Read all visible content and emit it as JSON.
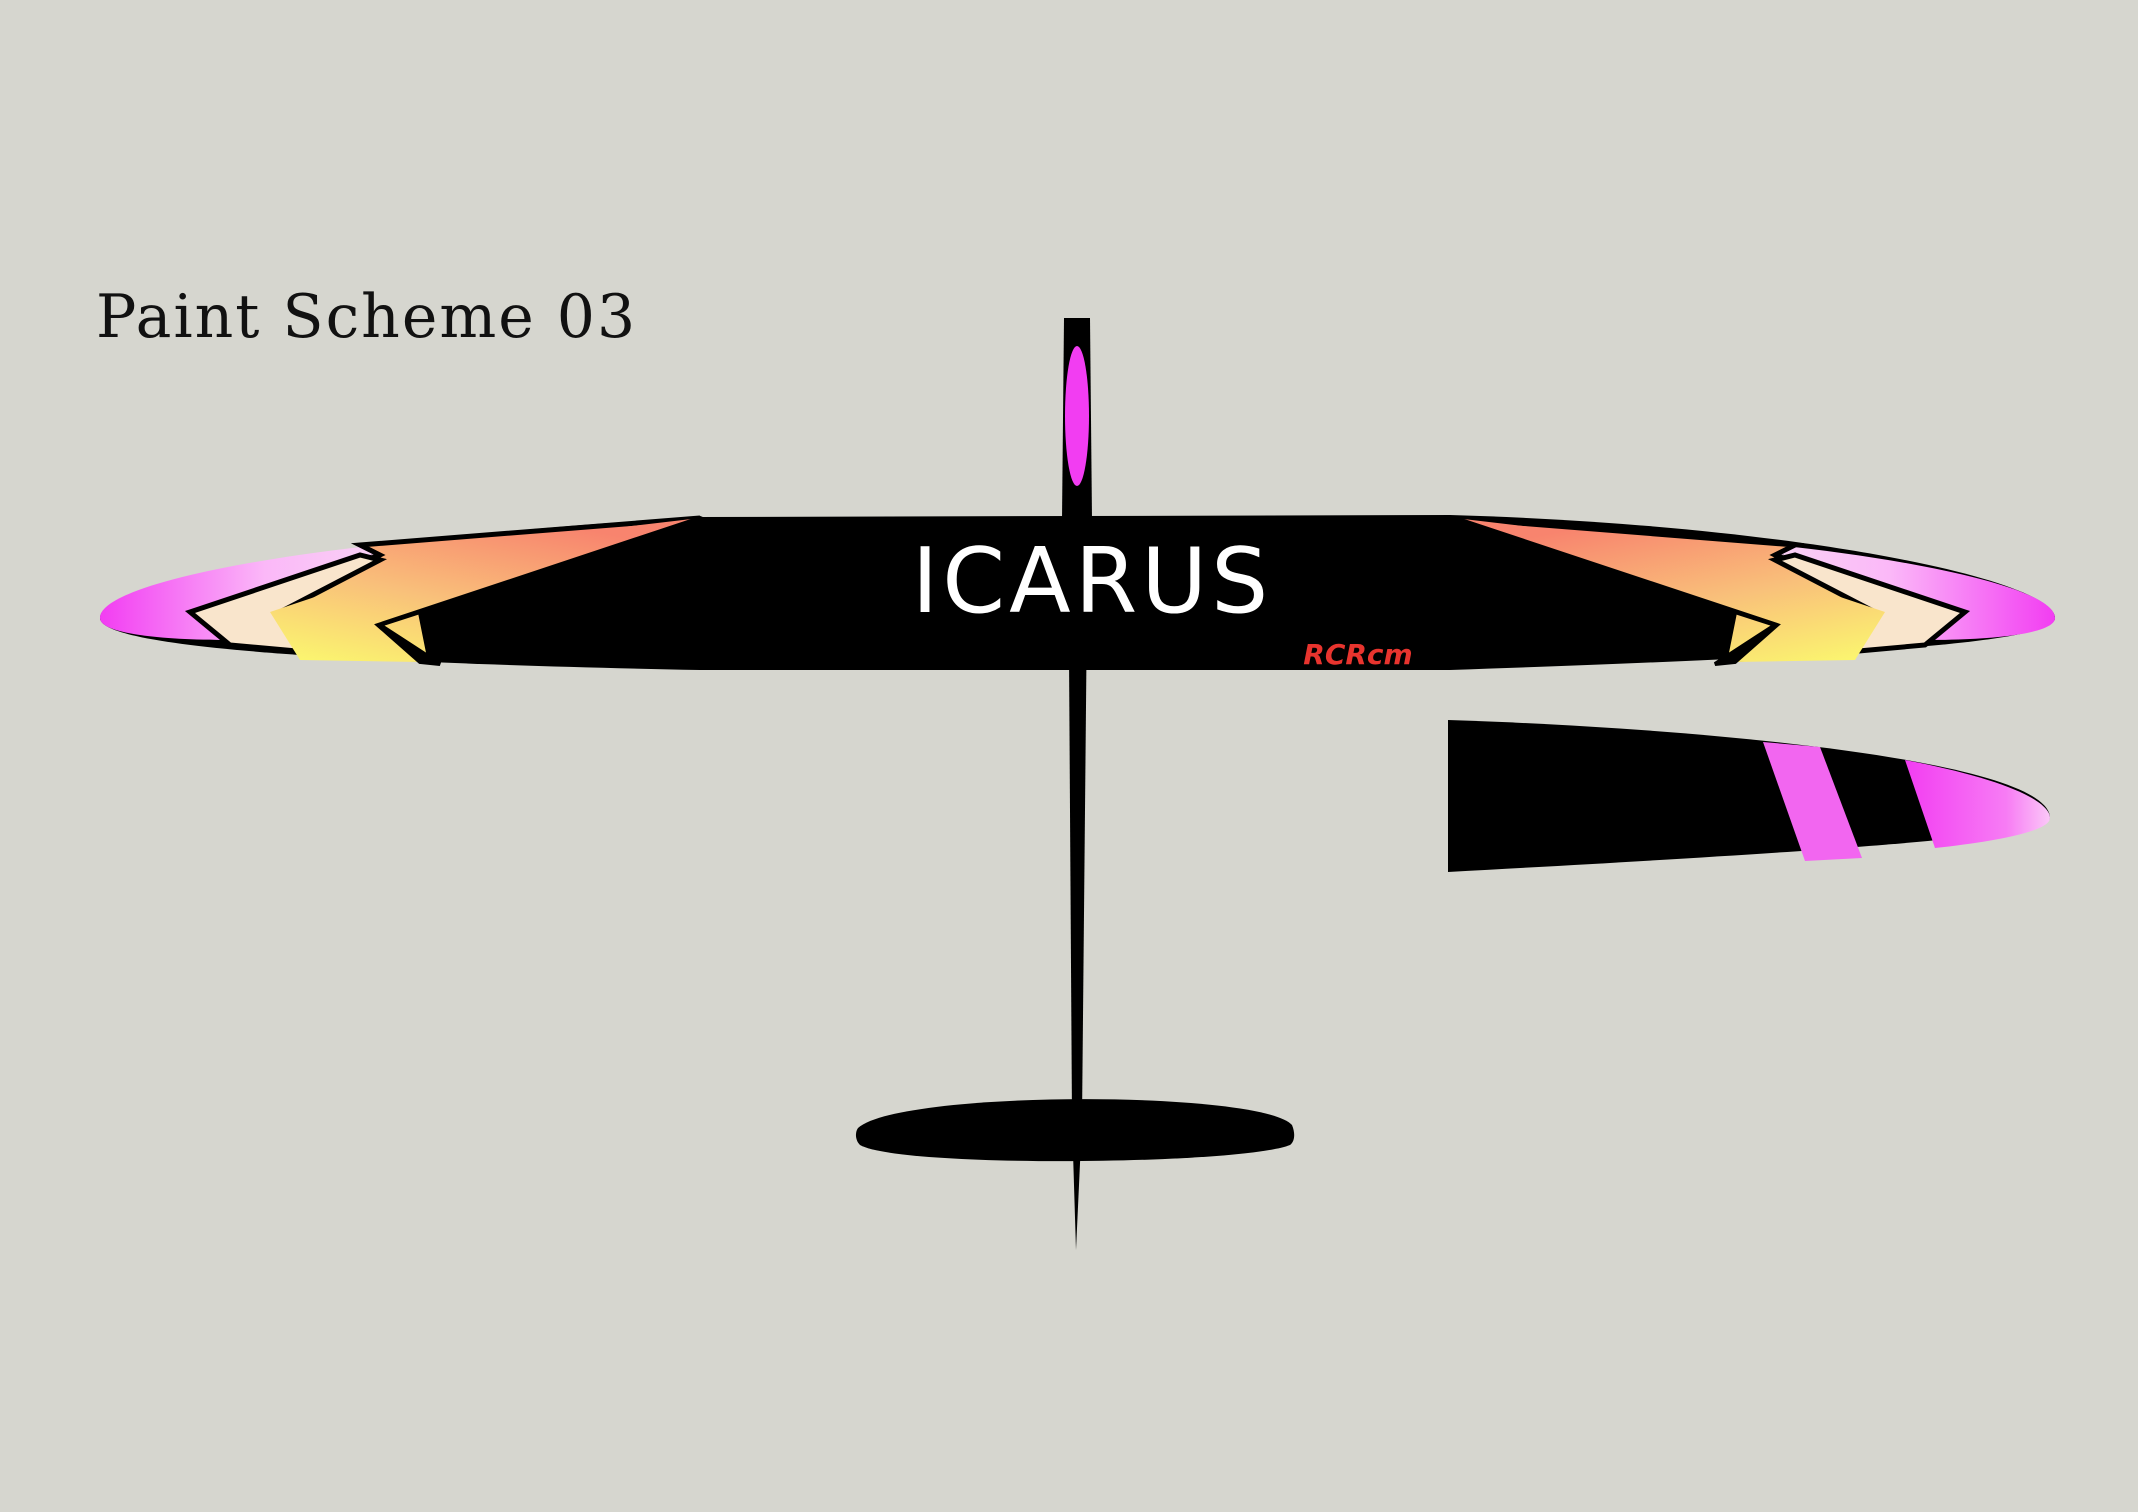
{
  "title": "Paint Scheme 03",
  "wing": {
    "model_name": "ICARUS",
    "brand": "RCRcm"
  },
  "colors": {
    "background": "#d6d6cf",
    "base": "#000000",
    "magenta": "#f23df2",
    "pink_light": "#fbb8f8",
    "yellow": "#fbfa6e",
    "salmon": "#f8846e",
    "cream": "#f9e5cc",
    "brand_red": "#e8342e"
  },
  "icons": {
    "fin_oval": "magenta-oval-decal",
    "logo": "rcrcm-logo"
  }
}
